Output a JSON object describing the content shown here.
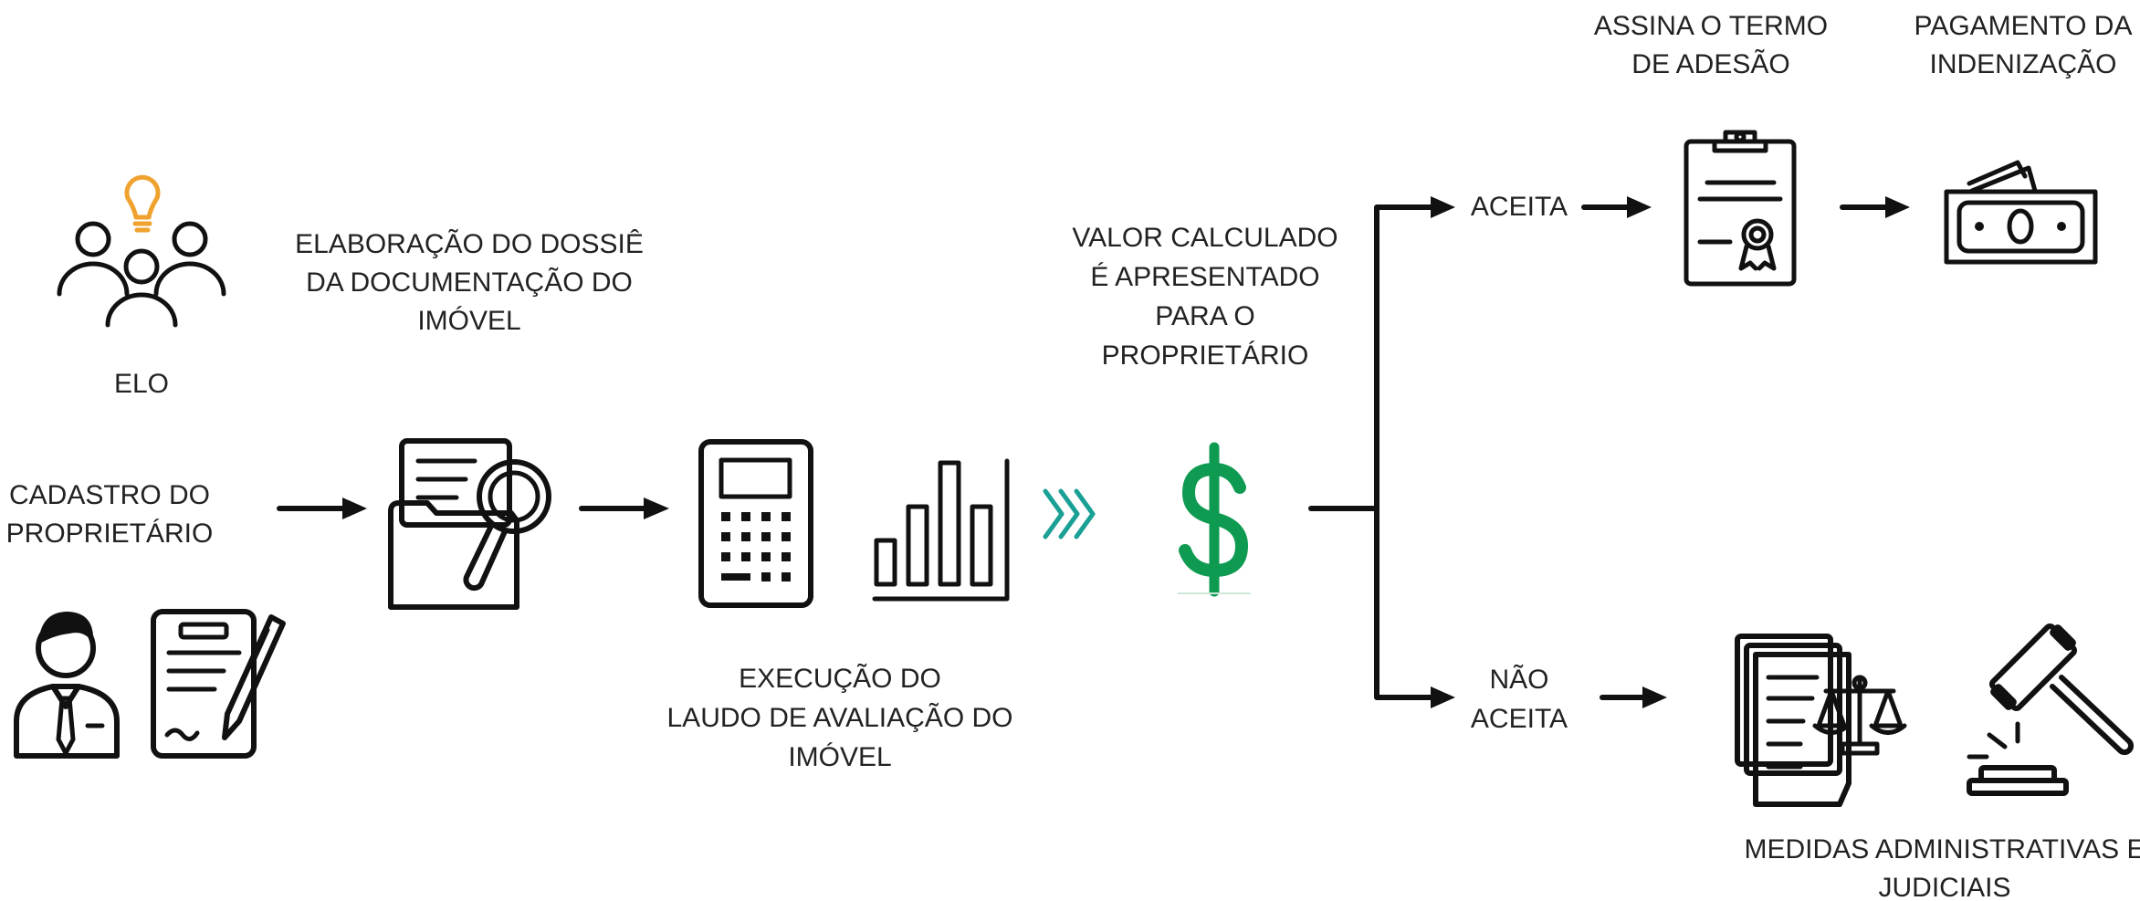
{
  "labels": {
    "elo": "ELO",
    "dossie": [
      "ELABORAÇÃO DO DOSSIÊ",
      "DA DOCUMENTAÇÃO DO",
      "IMÓVEL"
    ],
    "cadastro": [
      "CADASTRO DO",
      "PROPRIETÁRIO"
    ],
    "laudo": [
      "EXECUÇÃO DO",
      "LAUDO DE AVALIAÇÃO DO",
      "IMÓVEL"
    ],
    "valor": [
      "VALOR CALCULADO",
      "É APRESENTADO",
      "PARA O",
      "PROPRIETÁRIO"
    ],
    "aceita": "ACEITA",
    "nao_aceita": [
      "NÃO",
      "ACEITA"
    ],
    "termo": [
      "ASSINA O TERMO",
      "DE ADESÃO"
    ],
    "pagamento": [
      "PAGAMENTO DA",
      "INDENIZAÇÃO"
    ],
    "medidas": [
      "MEDIDAS ADMINISTRATIVAS E",
      "JUDICIAIS"
    ]
  },
  "icons": {
    "team": "team-icon",
    "lightbulb": "lightbulb-icon",
    "owner": "businessman-icon",
    "contract": "contract-signing-icon",
    "folder_search": "folder-search-icon",
    "calculator": "calculator-icon",
    "bar_chart": "bar-chart-icon",
    "chevrons": "chevrons-icon",
    "dollar": "dollar-sign-icon",
    "certificate": "certificate-clipboard-icon",
    "money": "money-bills-icon",
    "legal_docs": "legal-documents-icon",
    "gavel": "gavel-icon"
  },
  "colors": {
    "text": "#222222",
    "icon": "#111111",
    "bulb": "#f0a22e",
    "dollar": "#0f9a52",
    "chevrons": "#1aa095"
  }
}
